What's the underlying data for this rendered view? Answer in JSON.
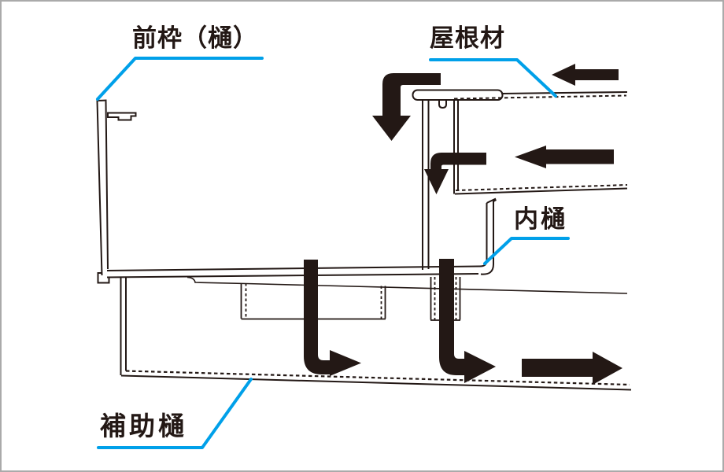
{
  "figure": {
    "kind": "roof-drainage-cross-section"
  },
  "labels": {
    "front_frame": "前枠（樋）",
    "roof_material": "屋根材",
    "inner_gutter": "内樋",
    "auxiliary_gutter": "補助樋"
  },
  "colors": {
    "leader_blue": "#00a0e9",
    "line_black": "#231815",
    "border_gray": "#aaaaaa",
    "background": "#ffffff"
  },
  "flow_arrows": [
    {
      "id": "top-right",
      "direction": "left"
    },
    {
      "id": "upper-bend",
      "direction": "down"
    },
    {
      "id": "mid-right",
      "direction": "left"
    },
    {
      "id": "panel-edge-bend",
      "direction": "down"
    },
    {
      "id": "gutter-drop-left",
      "direction": "down-then-right"
    },
    {
      "id": "gutter-drop-right",
      "direction": "down-then-right"
    },
    {
      "id": "bottom-right",
      "direction": "right"
    }
  ]
}
